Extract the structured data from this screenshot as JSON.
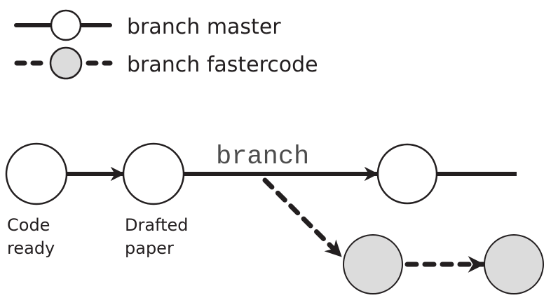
{
  "legend": {
    "items": [
      {
        "label": "branch master",
        "line_style": "solid",
        "node_fill": "#ffffff"
      },
      {
        "label": "branch fastercode",
        "line_style": "dashed",
        "node_fill": "#dcdcdc"
      }
    ]
  },
  "graph": {
    "branch_label": "branch",
    "master_nodes": [
      {
        "id": "code-ready",
        "label_lines": [
          "Code",
          "ready"
        ]
      },
      {
        "id": "drafted-paper",
        "label_lines": [
          "Drafted",
          "paper"
        ]
      },
      {
        "id": "master-next",
        "label_lines": []
      }
    ],
    "fastercode_nodes": [
      {
        "id": "fastercode-1",
        "label_lines": []
      },
      {
        "id": "fastercode-2",
        "label_lines": []
      }
    ],
    "edges": [
      {
        "from": "code-ready",
        "to": "drafted-paper",
        "style": "solid",
        "arrow": true
      },
      {
        "from": "drafted-paper",
        "to": "master-next",
        "style": "solid",
        "arrow": true
      },
      {
        "from": "master-next",
        "to": "continuation",
        "style": "solid",
        "arrow": false
      },
      {
        "from": "branch-point",
        "to": "fastercode-1",
        "style": "dashed",
        "arrow": true
      },
      {
        "from": "fastercode-1",
        "to": "fastercode-2",
        "style": "dashed",
        "arrow": true
      }
    ]
  },
  "colors": {
    "stroke": "#231f20",
    "master_fill": "#ffffff",
    "fastercode_fill": "#dcdcdc",
    "branch_label": "#4d4d4d"
  }
}
